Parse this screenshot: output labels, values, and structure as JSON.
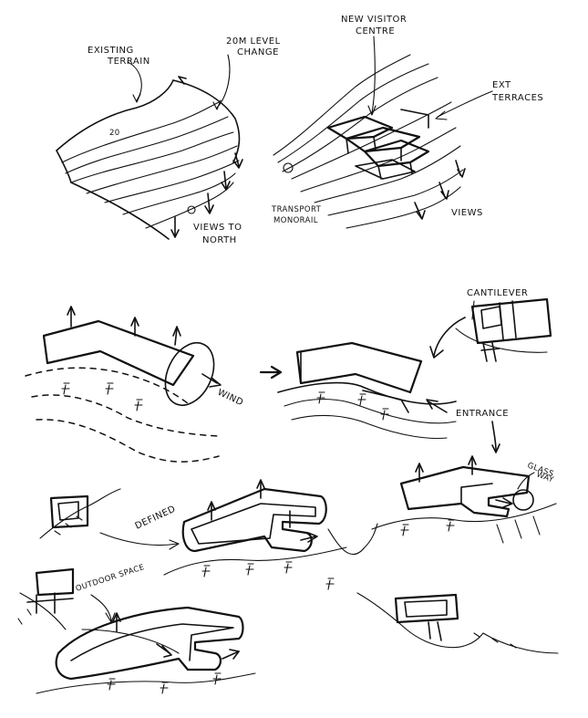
{
  "labels": {
    "existing_terrain_1": "EXISTING",
    "existing_terrain_2": "TERRAIN",
    "level_change_1": "20M LEVEL",
    "level_change_2": "CHANGE",
    "contour_value": "20",
    "views_north_1": "VIEWS TO",
    "views_north_2": "NORTH",
    "visitor_centre_1": "NEW VISITOR",
    "visitor_centre_2": "CENTRE",
    "terraces_1": "EXT",
    "terraces_2": "TERRACES",
    "monorail_1": "TRANSPORT",
    "monorail_2": "MONORAIL",
    "views": "VIEWS",
    "wind": "WIND",
    "cantilever": "CANTILEVER",
    "entrance": "ENTRANCE",
    "glass_way_1": "GLASS",
    "glass_way_2": "WAY",
    "defined": "DEFINED",
    "outdoor_space": "OUTDOOR SPACE"
  }
}
